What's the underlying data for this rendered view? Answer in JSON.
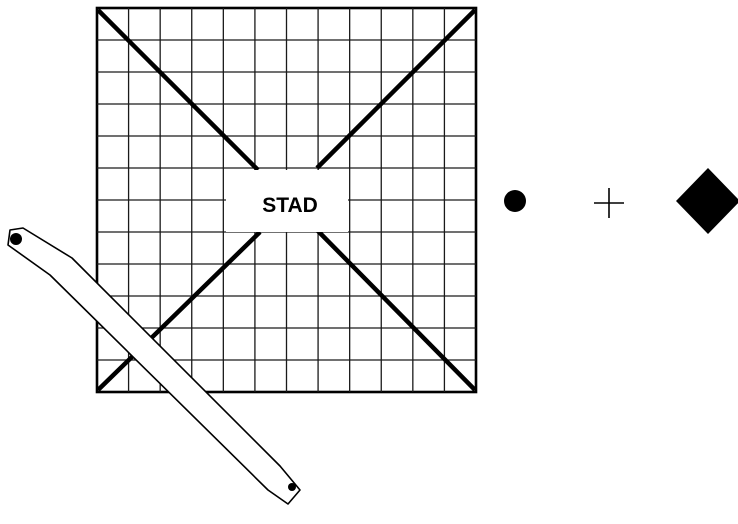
{
  "diagram": {
    "center_label": "STAD",
    "grid": {
      "columns": 12,
      "rows": 12
    },
    "legend_symbols": [
      {
        "name": "dot-icon"
      },
      {
        "name": "plus-icon"
      },
      {
        "name": "diamond-icon"
      }
    ],
    "colors": {
      "ink": "#000000",
      "grid_line": "#1a1a1a",
      "background": "#ffffff"
    }
  }
}
